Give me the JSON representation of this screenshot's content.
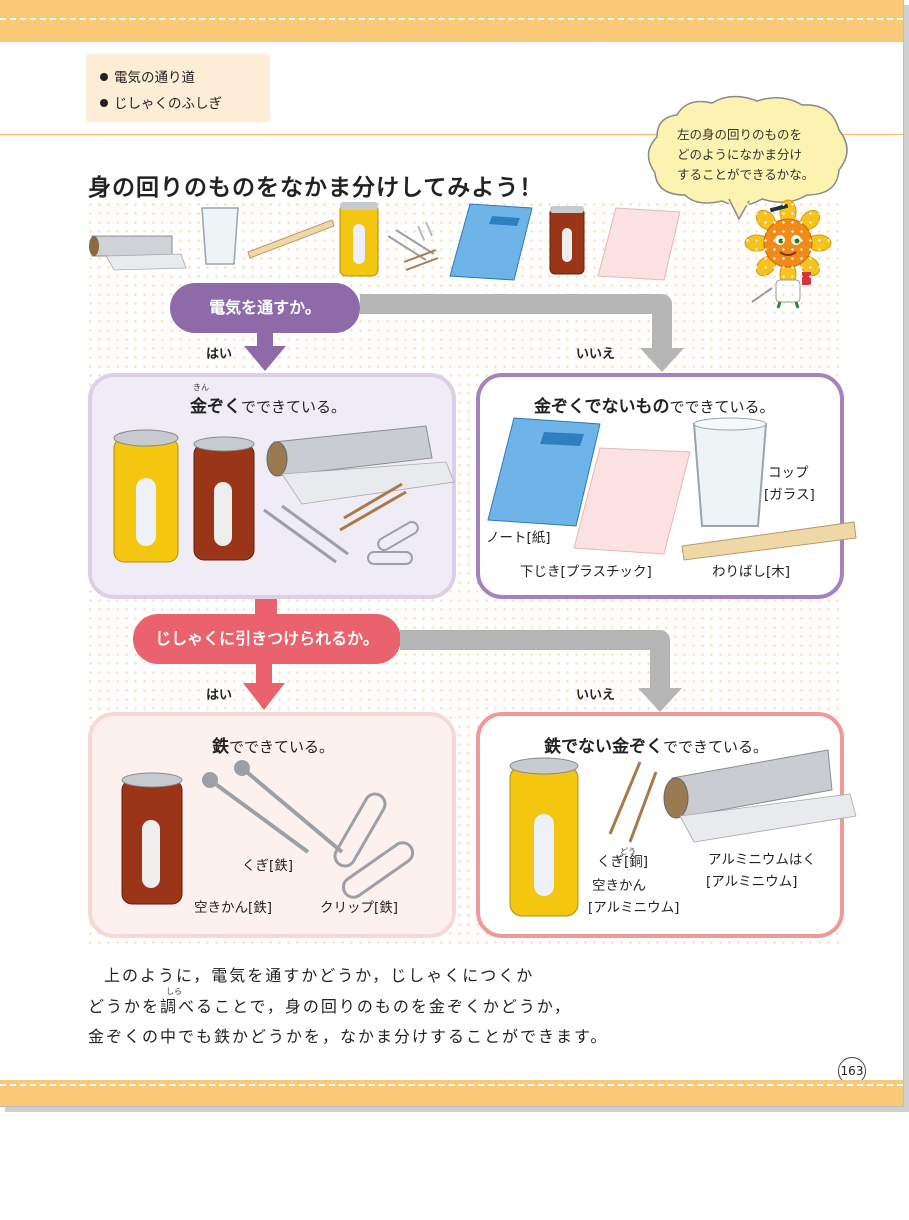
{
  "topics": [
    "電気の通り道",
    "じしゃくのふしぎ"
  ],
  "heading": "身の回りのものをなかま分けしてみよう！",
  "bubble": {
    "line1": "左の身の回りのものを",
    "line2": "どのようになかま分け",
    "line3": "することができるかな。"
  },
  "question1": "電気を通すか。",
  "question2": "じしゃくに引きつけられるか。",
  "yes": "はい",
  "no": "いいえ",
  "box_metal": {
    "bold": "金ぞく",
    "rest": "でできている。",
    "ruby": "きん"
  },
  "box_nonmetal": {
    "bold": "金ぞくでないもの",
    "rest": "でできている。",
    "items": {
      "notebook": "ノート[紙]",
      "shitajiki": "下じき[プラスチック]",
      "cup1": "コップ",
      "cup2": "[ガラス]",
      "chopsticks": "わりばし[木]"
    }
  },
  "box_iron": {
    "bold": "鉄",
    "rest": "でできている。",
    "items": {
      "nail": "くぎ[鉄]",
      "can": "空きかん[鉄]",
      "clip": "クリップ[鉄]"
    }
  },
  "box_nonferrous": {
    "bold": "鉄でない金ぞく",
    "rest": "でできている。",
    "items": {
      "nail": "くぎ[銅]",
      "nail_ruby": "どう",
      "can1": "空きかん",
      "can2": "[アルミニウム]",
      "foil1": "アルミニウムはく",
      "foil2": "[アルミニウム]"
    }
  },
  "paragraph": {
    "line1": "上のように，電気を通すかどうか，じしゃくにつくか",
    "line2": "どうかを調べることで，身の回りのものを金ぞくかどうか，",
    "line3": "金ぞくの中でも鉄かどうかを，なかま分けすることができます。",
    "ruby": "しら"
  },
  "page_number": "163",
  "colors": {
    "band": "#f9c978",
    "purple": "#8e6aa9",
    "pink": "#e9626d",
    "arrow_gray": "#b5b5b5"
  }
}
